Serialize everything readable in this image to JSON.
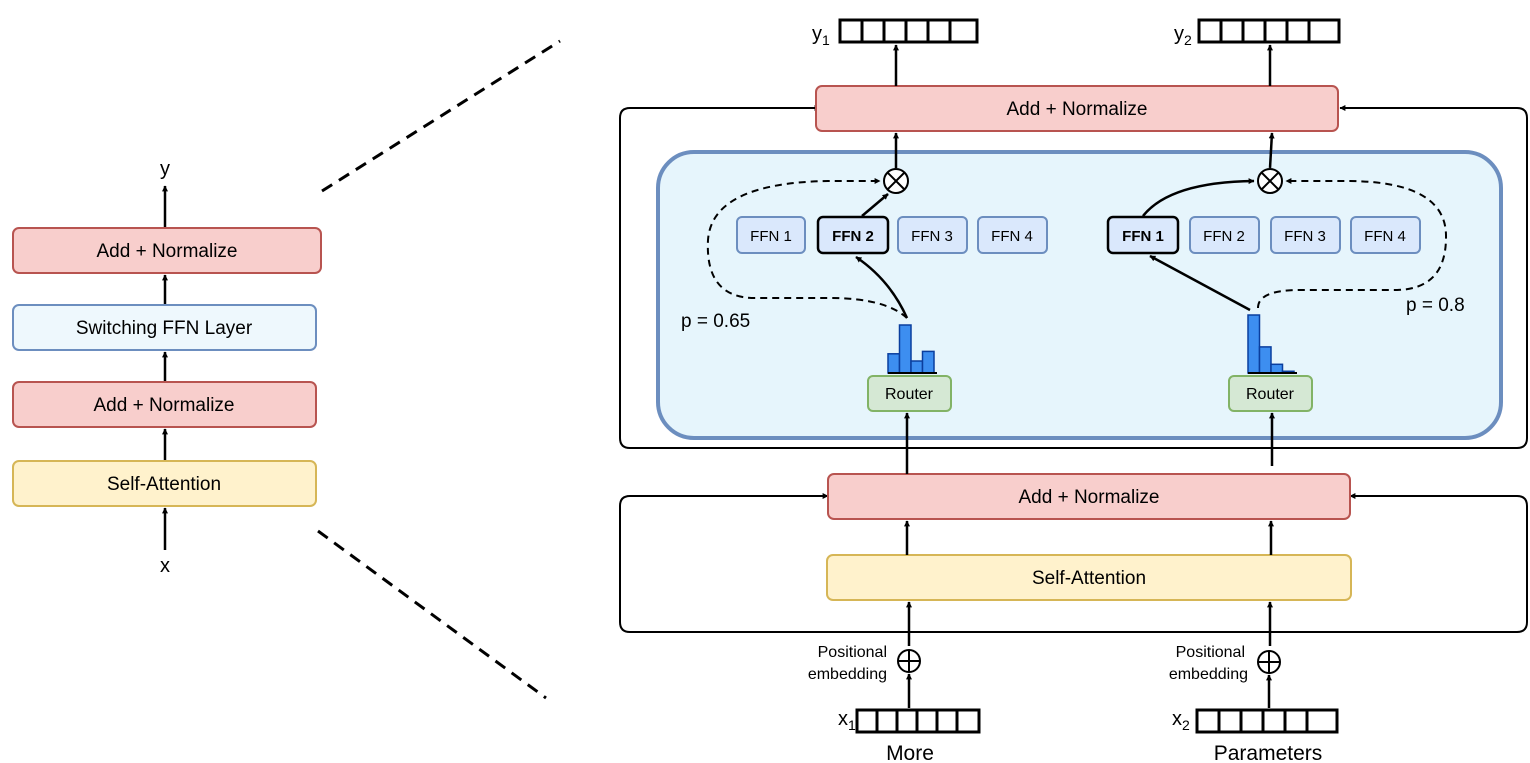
{
  "left_stack": {
    "top_label": "y",
    "bottom_label": "x",
    "add_norm_top": "Add + Normalize",
    "switch_layer": "Switching FFN Layer",
    "add_norm_mid": "Add + Normalize",
    "self_attention": "Self-Attention"
  },
  "right": {
    "add_norm_top": "Add + Normalize",
    "add_norm_bottom": "Add + Normalize",
    "self_attention": "Self-Attention",
    "token1": {
      "in_var": "x",
      "in_sub": "1",
      "out_var": "y",
      "out_sub": "1",
      "word": "More",
      "pos_line1": "Positional",
      "pos_line2": "embedding",
      "router": "Router",
      "prob": "p = 0.65",
      "experts": [
        "FFN 1",
        "FFN 2",
        "FFN 3",
        "FFN 4"
      ],
      "selected_index": 1,
      "histogram": [
        0.4,
        1.0,
        0.25,
        0.45
      ]
    },
    "token2": {
      "in_var": "x",
      "in_sub": "2",
      "out_var": "y",
      "out_sub": "2",
      "word": "Parameters",
      "pos_line1": "Positional",
      "pos_line2": "embedding",
      "router": "Router",
      "prob": "p = 0.8",
      "experts": [
        "FFN 1",
        "FFN 2",
        "FFN 3",
        "FFN 4"
      ],
      "selected_index": 0,
      "histogram": [
        1.0,
        0.45,
        0.15,
        0.03
      ]
    }
  },
  "colors": {
    "red_fill": "#f8cecc",
    "red_stroke": "#b85450",
    "blue_fill": "#eef8fd",
    "blue_stroke": "#6c8ebf",
    "yellow_fill": "#fff2cc",
    "yellow_stroke": "#d6b656",
    "green_fill": "#d5e8d4",
    "green_stroke": "#82b366",
    "histogram_bar": "#3d8ef0",
    "switch_panel_fill": "#e6f5fc",
    "switch_panel_stroke": "#6c8ebf"
  }
}
